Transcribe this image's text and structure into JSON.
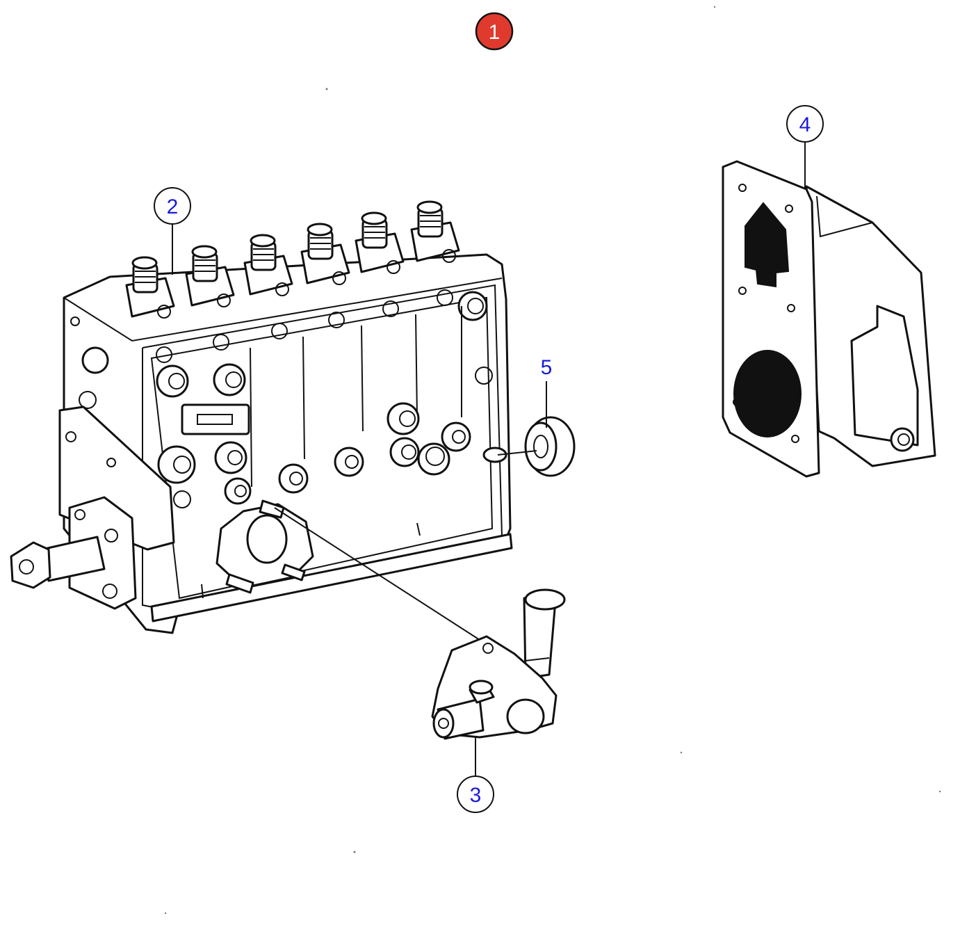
{
  "colors": {
    "callout_text": "#1a1adb",
    "active_badge_fill": "#e03a2f",
    "active_badge_text": "#ffffff",
    "line": "#111111"
  },
  "callouts": {
    "c1": {
      "label": "1",
      "active": true
    },
    "c2": {
      "label": "2"
    },
    "c3": {
      "label": "3"
    },
    "c4": {
      "label": "4"
    },
    "c5": {
      "label": "5"
    }
  },
  "parts": [
    {
      "callout": "2",
      "icon": "injection-pump-icon"
    },
    {
      "callout": "3",
      "icon": "feed-pump-icon"
    },
    {
      "callout": "4",
      "icon": "bracket-gasket-icon"
    },
    {
      "callout": "5",
      "icon": "sealing-ring-icon"
    }
  ]
}
